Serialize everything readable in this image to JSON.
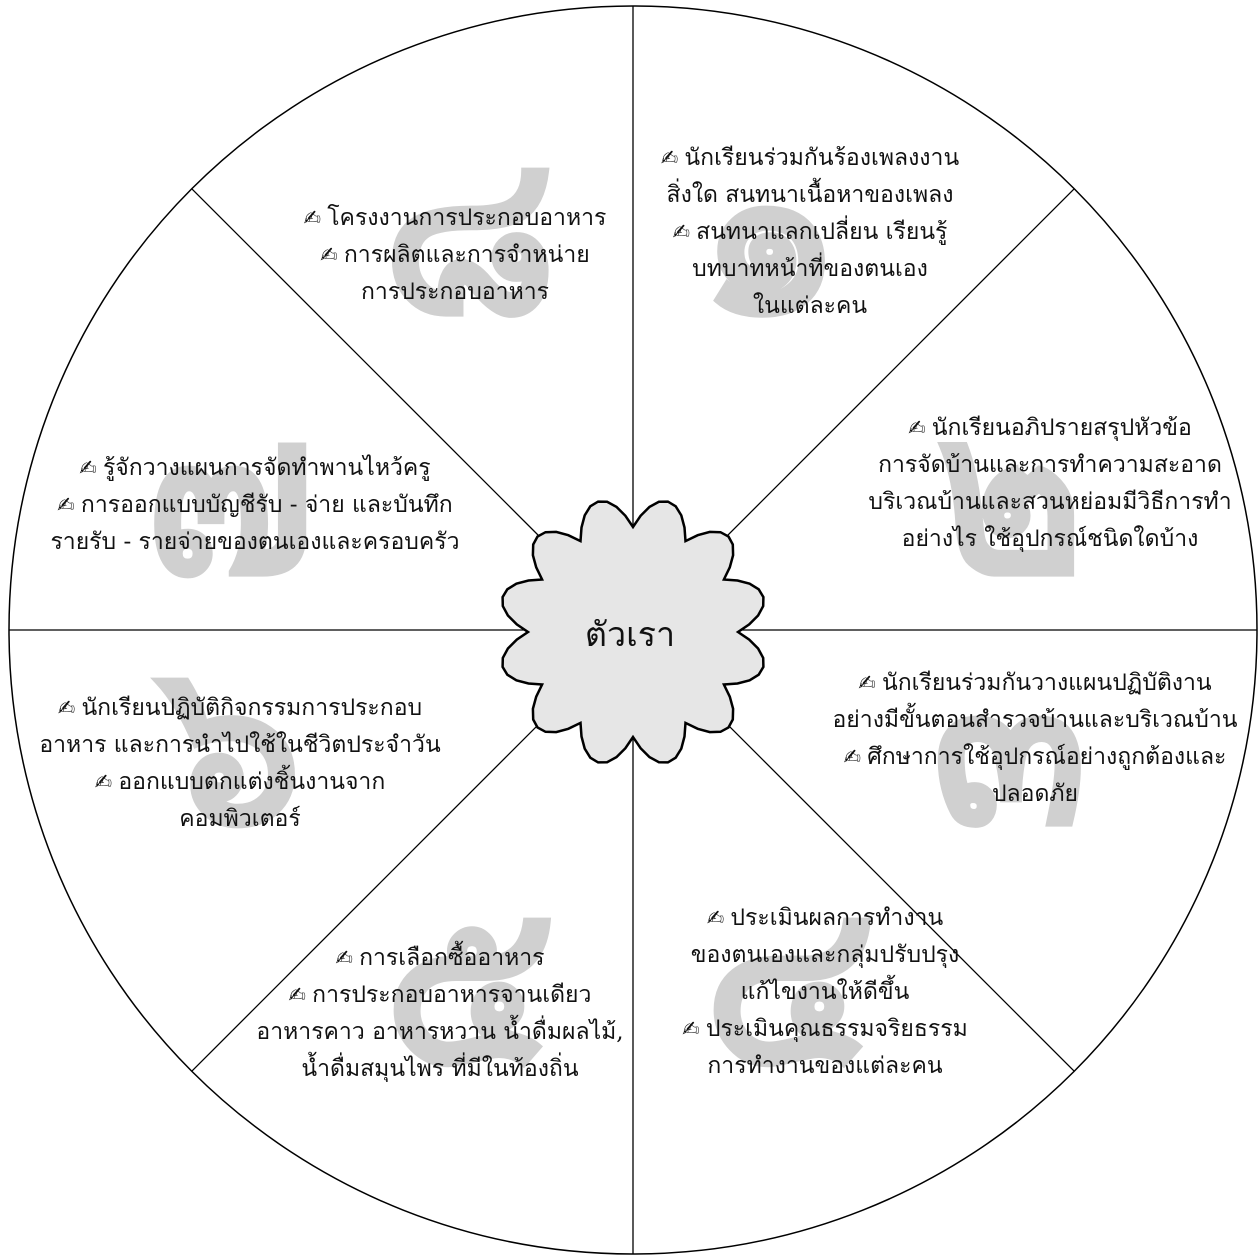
{
  "center": {
    "label": "ตัวเรา"
  },
  "colors": {
    "watermark": "#d0d0d0",
    "cloud_fill": "#e6e6e6",
    "stroke": "#000000"
  },
  "sectors": [
    {
      "number": "๑",
      "items": [
        {
          "bullet": "pen-icon",
          "text": "นักเรียนร่วมกันร้องเพลงงาน"
        },
        {
          "text": "สิ่งใด สนทนาเนื้อหาของเพลง"
        },
        {
          "bullet": "pen-icon",
          "text": "สนทนาแลกเปลี่ยน เรียนรู้"
        },
        {
          "text": "บทบาทหน้าที่ของตนเอง"
        },
        {
          "text": "ในแต่ละคน"
        }
      ]
    },
    {
      "number": "๒",
      "items": [
        {
          "bullet": "pen-icon",
          "text": "นักเรียนอภิปรายสรุปหัวข้อ"
        },
        {
          "text": "การจัดบ้านและการทำความสะอาด"
        },
        {
          "text": "บริเวณบ้านและสวนหย่อมมีวิธีการทำ"
        },
        {
          "text": "อย่างไร ใช้อุปกรณ์ชนิดใดบ้าง"
        }
      ]
    },
    {
      "number": "๓",
      "items": [
        {
          "bullet": "pen-icon",
          "text": "นักเรียนร่วมกันวางแผนปฏิบัติงาน"
        },
        {
          "text": "อย่างมีขั้นตอนสำรวจบ้านและบริเวณบ้าน"
        },
        {
          "bullet": "pen-icon",
          "text": "ศึกษาการใช้อุปกรณ์อย่างถูกต้องและ"
        },
        {
          "text": "ปลอดภัย"
        }
      ]
    },
    {
      "number": "๔",
      "items": [
        {
          "bullet": "pen-icon",
          "text": "ประเมินผลการทำงาน"
        },
        {
          "text": "ของตนเองและกลุ่มปรับปรุง"
        },
        {
          "text": "แก้ไขงานให้ดีขึ้น"
        },
        {
          "bullet": "pen-icon",
          "text": "ประเมินคุณธรรมจริยธรรม"
        },
        {
          "text": "การทำงานของแต่ละคน"
        }
      ]
    },
    {
      "number": "๕",
      "items": [
        {
          "bullet": "pen-icon",
          "text": "การเลือกซื้ออาหาร"
        },
        {
          "bullet": "pen-icon",
          "text": "การประกอบอาหารจานเดียว"
        },
        {
          "text": "อาหารคาว อาหารหวาน น้ำดื่มผลไม้,"
        },
        {
          "text": "น้ำดื่มสมุนไพร ที่มีในท้องถิ่น"
        }
      ]
    },
    {
      "number": "๖",
      "items": [
        {
          "bullet": "pen-icon",
          "text": "นักเรียนปฏิบัติกิจกรรมการประกอบ"
        },
        {
          "text": "อาหาร และการนำไปใช้ในชีวิตประจำวัน"
        },
        {
          "bullet": "pen-icon",
          "text": "ออกแบบตกแต่งชิ้นงานจาก"
        },
        {
          "text": "คอมพิวเตอร์"
        }
      ]
    },
    {
      "number": "๗",
      "items": [
        {
          "bullet": "pen-icon",
          "text": "รู้จักวางแผนการจัดทำพานไหว้ครู"
        },
        {
          "bullet": "pen-icon",
          "text": "การออกแบบบัญชีรับ - จ่าย และบันทึก"
        },
        {
          "text": "รายรับ - รายจ่ายของตนเองและครอบครัว"
        }
      ]
    },
    {
      "number": "๘",
      "items": [
        {
          "bullet": "pen-icon",
          "text": "โครงงานการประกอบอาหาร"
        },
        {
          "bullet": "pen-icon",
          "text": "การผลิตและการจำหน่าย"
        },
        {
          "text": "การประกอบอาหาร"
        }
      ]
    }
  ]
}
